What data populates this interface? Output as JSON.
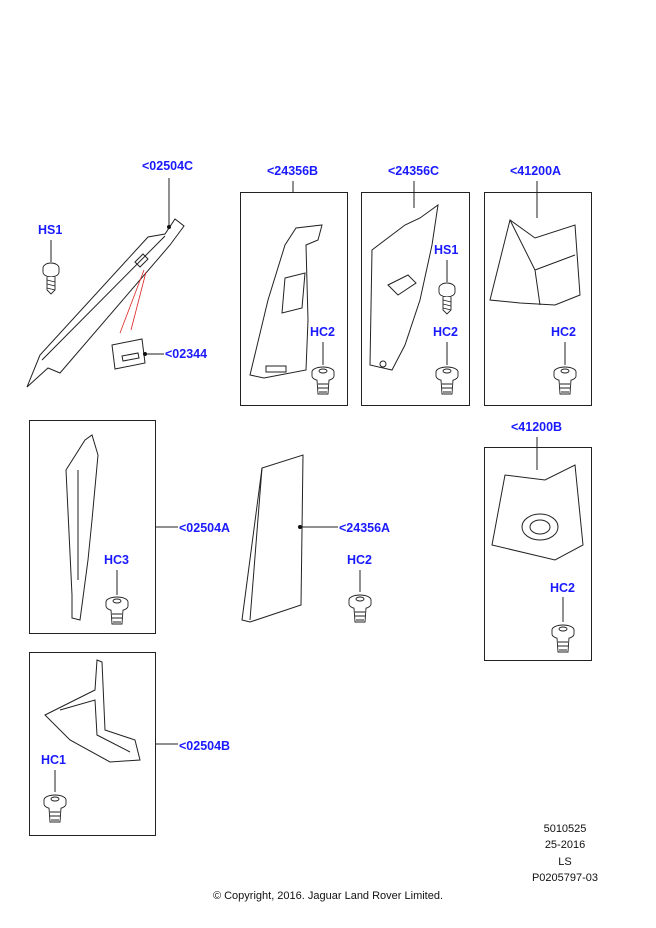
{
  "labels": {
    "a_pillar_upper": "<02504C",
    "a_pillar_screw": "HS1",
    "a_pillar_cover": "<02344",
    "b_pillar_upper": "<24356B",
    "c_pillar_upper": "<24356C",
    "c_pillar_screw": "HS1",
    "d_pillar_upper": "<41200A",
    "b_clip": "HC2",
    "c_clip": "HC2",
    "d_clip": "HC2",
    "a_pillar_lower": "<02504A",
    "a_lower_clip": "HC3",
    "b_pillar_lower": "<24356A",
    "b_lower_clip": "HC2",
    "d_pillar_lower": "<41200B",
    "d_lower_clip": "HC2",
    "a_pillar_base": "<02504B",
    "a_base_clip": "HC1"
  },
  "meta": {
    "number": "5010525",
    "date": "25-2016",
    "code": "LS",
    "ref": "P0205797-03"
  },
  "copyright": "© Copyright, 2016. Jaguar Land Rover Limited."
}
